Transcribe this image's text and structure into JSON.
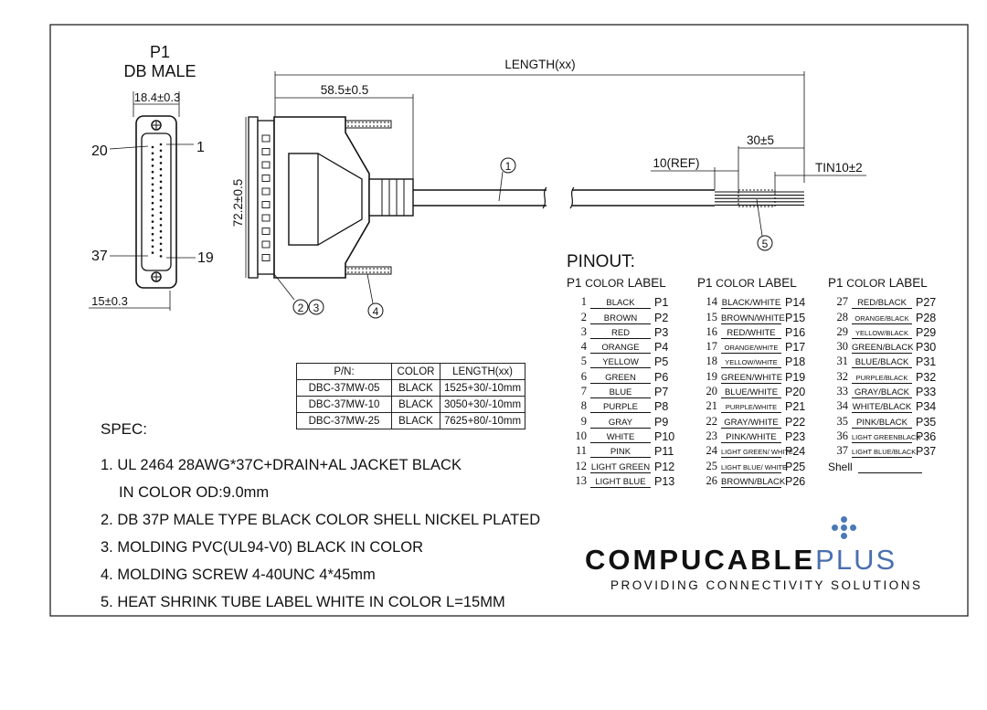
{
  "connector": {
    "ref": "P1",
    "type": "DB MALE",
    "width_dim": "18.4±0.3",
    "pin_top_left": "20",
    "pin_top_right": "1",
    "pin_bottom_left": "37",
    "pin_bottom_right": "19",
    "flange_dim": "15±0.3"
  },
  "side_view": {
    "length_label": "LENGTH(xx)",
    "molding_dim": "58.5±0.5",
    "height_dim": "72.2±0.5",
    "strip_dim": "30±5",
    "ref_dim": "10(REF)",
    "tin_dim": "TIN10±2",
    "callouts": [
      "1",
      "2",
      "3",
      "4",
      "5"
    ]
  },
  "pn_table": {
    "headers": [
      "P/N:",
      "COLOR",
      "LENGTH(xx)"
    ],
    "rows": [
      [
        "DBC-37MW-05",
        "BLACK",
        "1525+30/-10mm"
      ],
      [
        "DBC-37MW-10",
        "BLACK",
        "3050+30/-10mm"
      ],
      [
        "DBC-37MW-25",
        "BLACK",
        "7625+80/-10mm"
      ]
    ]
  },
  "spec": {
    "heading": "SPEC:",
    "lines": [
      "1.  UL 2464  28AWG*37C+DRAIN+AL  JACKET BLACK",
      "IN COLOR  OD:9.0mm",
      "2. DB 37P MALE TYPE BLACK COLOR SHELL NICKEL PLATED",
      "3. MOLDING PVC(UL94-V0) BLACK IN COLOR",
      "4. MOLDING SCREW 4-40UNC 4*45mm",
      "5. HEAT SHRINK TUBE LABEL WHITE IN COLOR L=15MM"
    ]
  },
  "pinout": {
    "title": "PINOUT:",
    "header": {
      "p1": "P1",
      "color": "COLOR",
      "label": "LABEL"
    },
    "columns": [
      [
        {
          "n": "1",
          "c": "BLACK",
          "l": "P1"
        },
        {
          "n": "2",
          "c": "BROWN",
          "l": "P2"
        },
        {
          "n": "3",
          "c": "RED",
          "l": "P3"
        },
        {
          "n": "4",
          "c": "ORANGE",
          "l": "P4"
        },
        {
          "n": "5",
          "c": "YELLOW",
          "l": "P5"
        },
        {
          "n": "6",
          "c": "GREEN",
          "l": "P6"
        },
        {
          "n": "7",
          "c": "BLUE",
          "l": "P7"
        },
        {
          "n": "8",
          "c": "PURPLE",
          "l": "P8"
        },
        {
          "n": "9",
          "c": "GRAY",
          "l": "P9"
        },
        {
          "n": "10",
          "c": "WHITE",
          "l": "P10"
        },
        {
          "n": "11",
          "c": "PINK",
          "l": "P11"
        },
        {
          "n": "12",
          "c": "LIGHT GREEN",
          "l": "P12"
        },
        {
          "n": "13",
          "c": "LIGHT BLUE",
          "l": "P13"
        }
      ],
      [
        {
          "n": "14",
          "c": "BLACK/WHITE",
          "l": "P14"
        },
        {
          "n": "15",
          "c": "BROWN/WHITE",
          "l": "P15"
        },
        {
          "n": "16",
          "c": "RED/WHITE",
          "l": "P16"
        },
        {
          "n": "17",
          "c": "ORANGE/WHITE",
          "l": "P17"
        },
        {
          "n": "18",
          "c": "YELLOW/WHITE",
          "l": "P18"
        },
        {
          "n": "19",
          "c": "GREEN/WHITE",
          "l": "P19"
        },
        {
          "n": "20",
          "c": "BLUE/WHITE",
          "l": "P20"
        },
        {
          "n": "21",
          "c": "PURPLE/WHITE",
          "l": "P21"
        },
        {
          "n": "22",
          "c": "GRAY/WHITE",
          "l": "P22"
        },
        {
          "n": "23",
          "c": "PINK/WHITE",
          "l": "P23"
        },
        {
          "n": "24",
          "c": "LIGHT GREEN/ WHITE",
          "l": "P24"
        },
        {
          "n": "25",
          "c": "LIGHT BLUE/ WHITE",
          "l": "P25"
        },
        {
          "n": "26",
          "c": "BROWN/BLACK",
          "l": "P26"
        }
      ],
      [
        {
          "n": "27",
          "c": "RED/BLACK",
          "l": "P27"
        },
        {
          "n": "28",
          "c": "ORANGE/BLACK",
          "l": "P28"
        },
        {
          "n": "29",
          "c": "YELLOW/BLACK",
          "l": "P29"
        },
        {
          "n": "30",
          "c": "GREEN/BLACK",
          "l": "P30"
        },
        {
          "n": "31",
          "c": "BLUE/BLACK",
          "l": "P31"
        },
        {
          "n": "32",
          "c": "PURPLE/BLACK",
          "l": "P32"
        },
        {
          "n": "33",
          "c": "GRAY/BLACK",
          "l": "P33"
        },
        {
          "n": "34",
          "c": "WHITE/BLACK",
          "l": "P34"
        },
        {
          "n": "35",
          "c": "PINK/BLACK",
          "l": "P35"
        },
        {
          "n": "36",
          "c": "LIGHT GREENBLACK",
          "l": "P36"
        },
        {
          "n": "37",
          "c": "LIGHT BLUE/BLACK",
          "l": "P37"
        },
        {
          "n": "Shell",
          "c": "",
          "l": ""
        }
      ]
    ]
  },
  "logo": {
    "name_main": "COMPUCABLE",
    "name_plus": "PLUS",
    "tagline": "PROVIDING CONNECTIVITY SOLUTIONS",
    "dot_color": "#4a79b8"
  }
}
